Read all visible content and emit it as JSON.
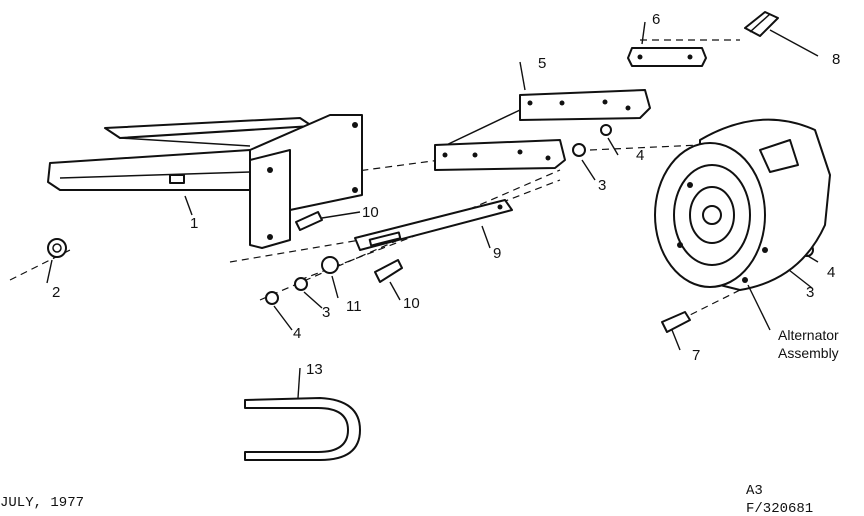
{
  "callouts": {
    "c1": "1",
    "c2": "2",
    "c3a": "3",
    "c3b": "3",
    "c3c": "3",
    "c4a": "4",
    "c4b": "4",
    "c4c": "4",
    "c5": "5",
    "c6": "6",
    "c7": "7",
    "c8": "8",
    "c9": "9",
    "c10a": "10",
    "c10b": "10",
    "c11": "11",
    "c13": "13"
  },
  "assembly_label": {
    "line1": "Alternator",
    "line2": "Assembly"
  },
  "footer": {
    "date": "JULY, 1977",
    "sheet": "A3",
    "figure": "F/320681"
  }
}
